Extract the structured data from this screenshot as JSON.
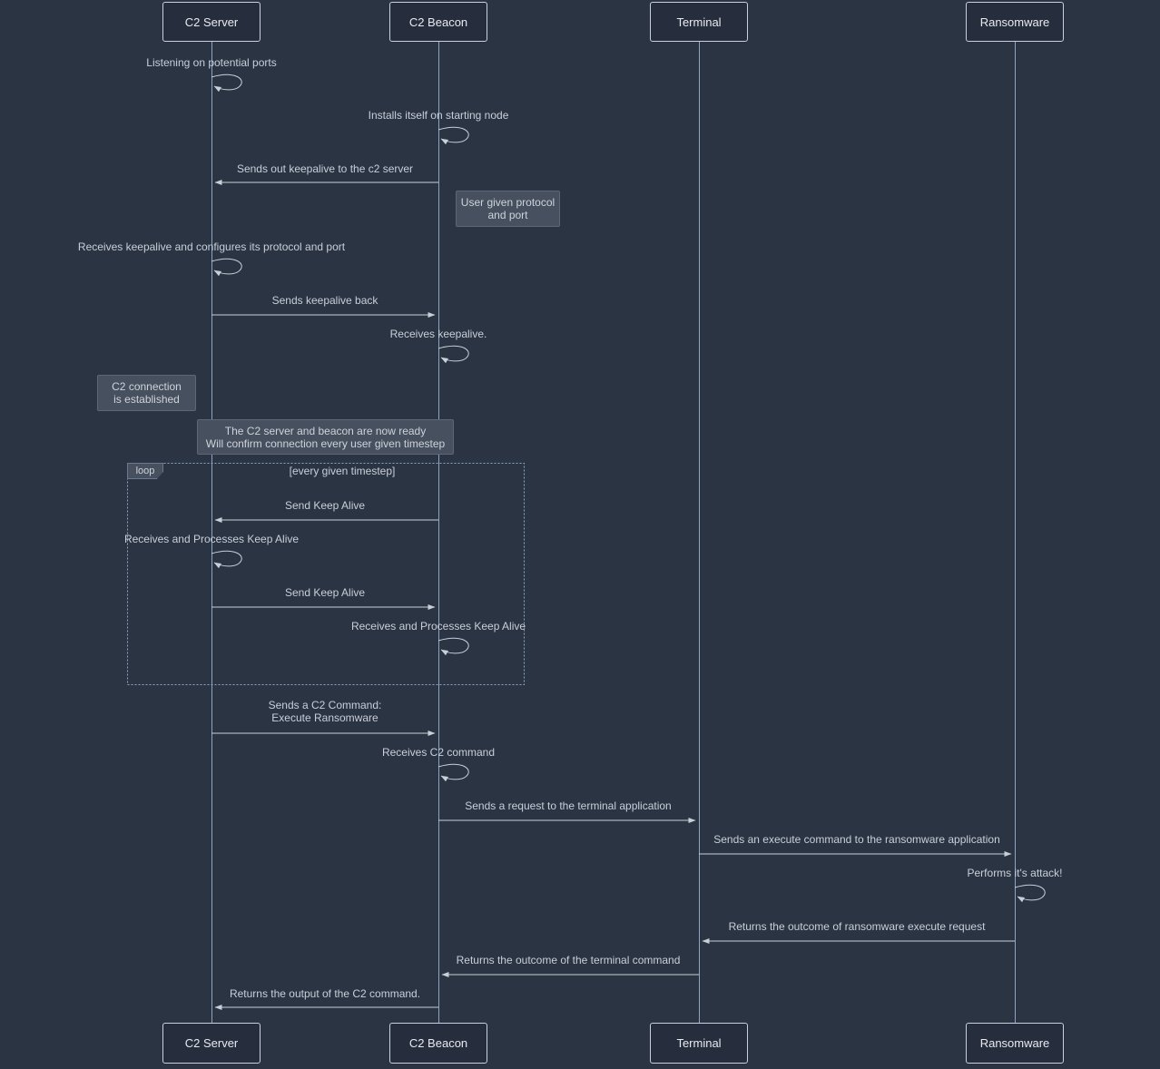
{
  "palette": {
    "background": "#2b3443",
    "text": "#c9cfd9",
    "lifeline": "#8fa3c2",
    "note_fill": "#47505f",
    "actor_fill": "#262e3e",
    "actor_border": "#c9d1dd"
  },
  "participants": [
    {
      "name": "C2 Server"
    },
    {
      "name": "C2 Beacon"
    },
    {
      "name": "Terminal"
    },
    {
      "name": "Ransomware"
    }
  ],
  "messages": [
    {
      "kind": "self",
      "actor": "C2 Server",
      "text": "Listening on potential ports"
    },
    {
      "kind": "self",
      "actor": "C2 Beacon",
      "text": "Installs itself on starting node"
    },
    {
      "kind": "arrow",
      "from": "C2 Beacon",
      "to": "C2 Server",
      "text": "Sends out keepalive to the c2 server"
    },
    {
      "kind": "self",
      "actor": "C2 Server",
      "text": "Receives keepalive and configures its protocol and port"
    },
    {
      "kind": "arrow",
      "from": "C2 Server",
      "to": "C2 Beacon",
      "text": "Sends keepalive back"
    },
    {
      "kind": "self",
      "actor": "C2 Beacon",
      "text": "Receives keepalive."
    },
    {
      "kind": "arrow",
      "from": "C2 Beacon",
      "to": "C2 Server",
      "text": "Send Keep Alive"
    },
    {
      "kind": "self",
      "actor": "C2 Server",
      "text": "Receives and Processes Keep Alive"
    },
    {
      "kind": "arrow",
      "from": "C2 Server",
      "to": "C2 Beacon",
      "text": "Send Keep Alive"
    },
    {
      "kind": "self",
      "actor": "C2 Beacon",
      "text": "Receives and Processes Keep Alive"
    },
    {
      "kind": "arrow",
      "from": "C2 Server",
      "to": "C2 Beacon",
      "text": "Sends a C2 Command:\nExecute Ransomware"
    },
    {
      "kind": "self",
      "actor": "C2 Beacon",
      "text": "Receives C2 command"
    },
    {
      "kind": "arrow",
      "from": "C2 Beacon",
      "to": "Terminal",
      "text": "Sends a request to the terminal application"
    },
    {
      "kind": "arrow",
      "from": "Terminal",
      "to": "Ransomware",
      "text": "Sends an execute command to the ransomware application"
    },
    {
      "kind": "self",
      "actor": "Ransomware",
      "text": "Performs it's attack!"
    },
    {
      "kind": "arrow",
      "from": "Ransomware",
      "to": "Terminal",
      "text": "Returns the outcome of ransomware execute request"
    },
    {
      "kind": "arrow",
      "from": "Terminal",
      "to": "C2 Beacon",
      "text": "Returns the outcome of the terminal command"
    },
    {
      "kind": "arrow",
      "from": "C2 Beacon",
      "to": "C2 Server",
      "text": "Returns the output of the C2 command."
    }
  ],
  "notes": [
    {
      "position": "right of C2 Beacon",
      "text": "User given protocol\nand port"
    },
    {
      "position": "left of C2 Server",
      "text": "C2 connection\nis established"
    },
    {
      "position": "over C2 Server and C2 Beacon",
      "text": "The C2 server and beacon are now ready\nWill confirm connection every user given timestep"
    }
  ],
  "loop": {
    "label": "loop",
    "condition": "[every given timestep]"
  }
}
